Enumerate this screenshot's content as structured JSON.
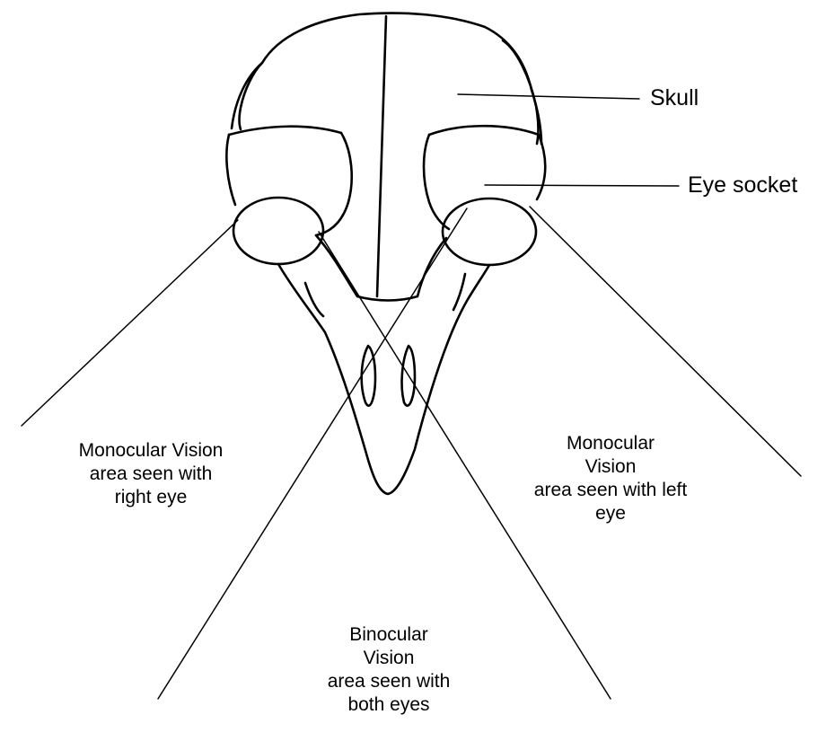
{
  "labels": {
    "skull": "Skull",
    "eye_socket": "Eye socket",
    "monocular_right": [
      "Monocular Vision",
      "area seen with",
      "right eye"
    ],
    "monocular_left": [
      "Monocular",
      "Vision",
      "area seen with left",
      "eye"
    ],
    "binocular": [
      "Binocular",
      "Vision",
      "area seen with",
      "both eyes"
    ]
  }
}
